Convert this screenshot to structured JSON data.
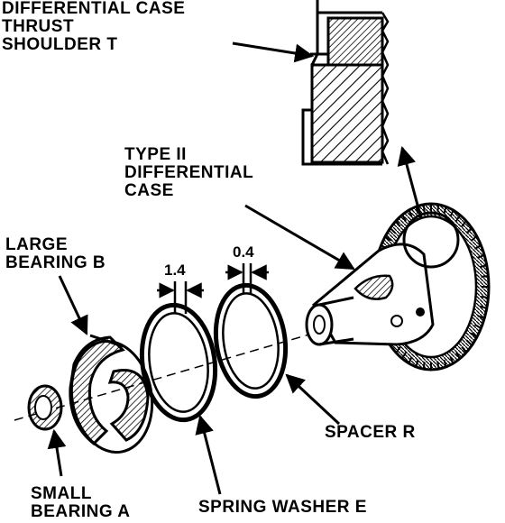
{
  "labels": {
    "thrust_shoulder": [
      "DIFFERENTIAL CASE",
      "THRUST",
      "SHOULDER T"
    ],
    "case_type": [
      "TYPE II",
      "DIFFERENTIAL",
      "CASE"
    ],
    "large_bearing": [
      "LARGE",
      "BEARING B"
    ],
    "dim_washer": "1.4",
    "dim_spacer": "0.4",
    "spacer": "SPACER R",
    "small_bearing": [
      "SMALL",
      "BEARING A"
    ],
    "spring_washer": "SPRING WASHER E"
  },
  "colors": {
    "ink": "#000000",
    "paper": "#ffffff"
  }
}
